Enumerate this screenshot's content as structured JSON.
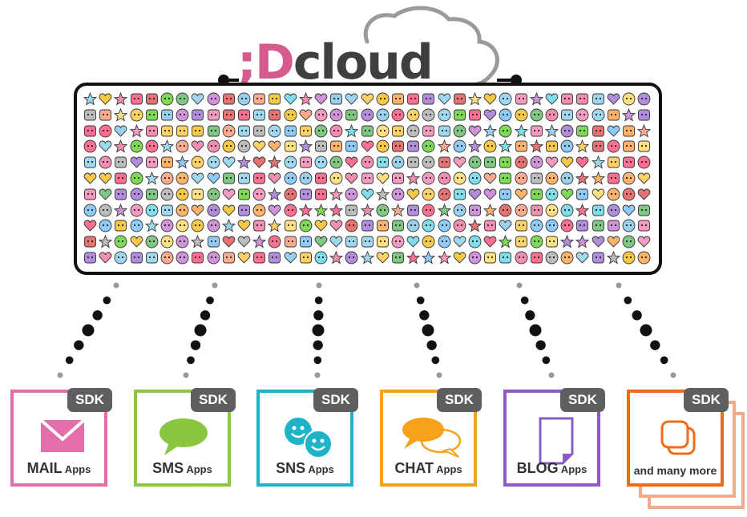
{
  "logo": {
    "semicolon": ";",
    "d": "D",
    "cloud": "cloud"
  },
  "sdk_badge": "SDK",
  "apps": [
    {
      "main": "MAIL",
      "suffix": " Apps",
      "color": "#e36ea9",
      "icon": "mail-envelope-icon"
    },
    {
      "main": "SMS",
      "suffix": " Apps",
      "color": "#8cc63e",
      "icon": "speech-bubble-icon"
    },
    {
      "main": "SNS",
      "suffix": " Apps",
      "color": "#1fb3c8",
      "icon": "smiley-faces-icon"
    },
    {
      "main": "CHAT",
      "suffix": " Apps",
      "color": "#f7a21b",
      "icon": "chat-bubbles-icon"
    },
    {
      "main": "BLOG",
      "suffix": " Apps",
      "color": "#8e5ac8",
      "icon": "document-page-icon"
    },
    {
      "main": "and many more",
      "suffix": "",
      "color": "#f06a1a",
      "icon": "stacked-apps-icon"
    }
  ],
  "colors": {
    "logo_pink": "#d65a8e",
    "logo_dark": "#3f3f3f",
    "sdk_badge": "#5f5f5f",
    "cloud_outline": "#9a9a9a",
    "dots_dark": "#111111",
    "dots_light": "#9a9a9a"
  }
}
